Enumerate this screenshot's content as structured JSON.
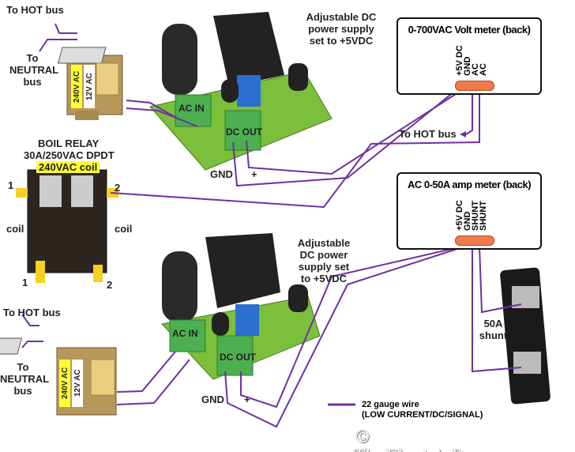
{
  "top_transformer": {
    "hot_label": "To HOT bus",
    "neutral_label": "To NEUTRAL bus",
    "primary": "240V AC",
    "secondary": "12V AC"
  },
  "top_supply": {
    "label": "Adjustable DC power supply set to +5VDC",
    "ac_in": "AC IN",
    "dc_out": "DC OUT",
    "gnd": "GND",
    "plus": "+"
  },
  "relay": {
    "title": "BOIL RELAY",
    "rating": "30A/250VAC DPDT",
    "coil": "240VAC coil",
    "t1": "1",
    "t2": "2",
    "coil_left": "coil",
    "coil_right": "coil",
    "b1": "1",
    "b2": "2"
  },
  "volt_meter": {
    "title": "0-700VAC Volt meter (back)",
    "pins": [
      "+5V DC",
      "GND",
      "AC",
      "AC"
    ],
    "hot_label": "To HOT bus"
  },
  "amp_meter": {
    "title": "AC 0-50A amp meter (back)",
    "pins": [
      "+5V DC",
      "GND",
      "SHUNT",
      "SHUNT"
    ]
  },
  "bottom_transformer": {
    "hot_label": "To HOT bus",
    "neutral_label": "To NEUTRAL bus",
    "primary": "240V AC",
    "secondary": "12V AC"
  },
  "bottom_supply": {
    "label": "Adjustable DC power supply set to +5VDC",
    "ac_in": "AC IN",
    "dc_out": "DC OUT",
    "gnd": "GND",
    "plus": "+"
  },
  "shunt": {
    "label": "50A shunt"
  },
  "legend": {
    "line1": "22 gauge wire",
    "line2": "(LOW CURRENT/DC/SIGNAL)",
    "wire_color": "#7030a0"
  },
  "watermark": "© TheElectricBrewery.com",
  "colors": {
    "wire": "#7030a0",
    "pcb": "#7bbf3a",
    "terminal": "#4caf50",
    "connector": "#f07a4a",
    "highlight": "#ffff33"
  }
}
